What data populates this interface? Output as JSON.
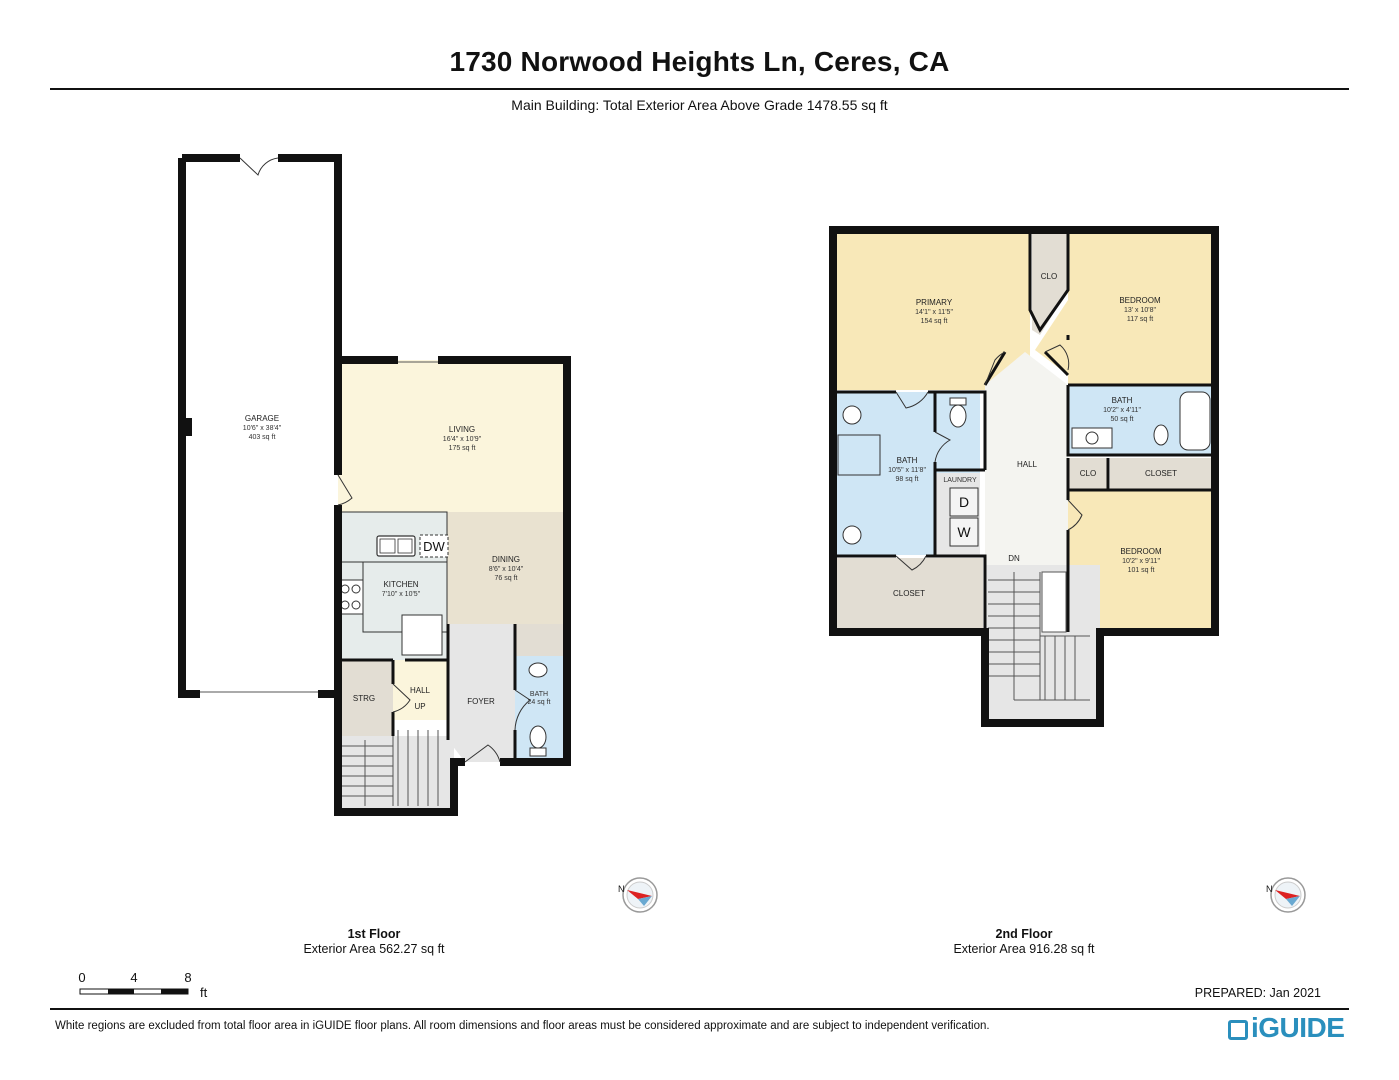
{
  "header": {
    "title": "1730 Norwood Heights Ln, Ceres, CA",
    "subtitle": "Main Building: Total Exterior Area Above Grade 1478.55 sq ft"
  },
  "colors": {
    "wall": "#111111",
    "window": "#4a9fd0",
    "bedroom": "#f8e8b8",
    "living": "#fbf5dc",
    "dining": "#e9e2d0",
    "bath": "#cfe6f5",
    "kitchen": "#e6eceb",
    "closet": "#e2ddd3",
    "hall": "#f4f4f0",
    "stair": "#e4e4e4",
    "brand": "#2a8fbd"
  },
  "floor1": {
    "name": "1st Floor",
    "area": "Exterior Area 562.27 sq ft",
    "rooms": {
      "garage": {
        "name": "GARAGE",
        "dims": "10'6\" x 38'4\"",
        "area": "403 sq ft"
      },
      "living": {
        "name": "LIVING",
        "dims": "16'4\" x 10'9\"",
        "area": "175 sq ft"
      },
      "dining": {
        "name": "DINING",
        "dims": "8'6\" x 10'4\"",
        "area": "76 sq ft"
      },
      "kitchen": {
        "name": "KITCHEN",
        "dims": "7'10\" x 10'5\""
      },
      "storage": {
        "name": "STRG"
      },
      "hall": {
        "name": "HALL",
        "stair": "UP"
      },
      "foyer": {
        "name": "FOYER"
      },
      "bath": {
        "name": "BATH",
        "area": "24 sq ft"
      },
      "dishwasher": "DW"
    }
  },
  "floor2": {
    "name": "2nd Floor",
    "area": "Exterior Area 916.28 sq ft",
    "rooms": {
      "primary": {
        "name": "PRIMARY",
        "dims": "14'1\" x 11'5\"",
        "area": "154 sq ft"
      },
      "bedroom1": {
        "name": "BEDROOM",
        "dims": "13' x 10'8\"",
        "area": "117 sq ft"
      },
      "bedroom2": {
        "name": "BEDROOM",
        "dims": "10'2\" x 9'11\"",
        "area": "101 sq ft"
      },
      "bath1": {
        "name": "BATH",
        "dims": "10'5\" x 11'8\"",
        "area": "98 sq ft"
      },
      "bath2": {
        "name": "BATH",
        "dims": "10'2\" x 4'11\"",
        "area": "50 sq ft"
      },
      "hall": {
        "name": "HALL",
        "stair": "DN"
      },
      "clo1": {
        "name": "CLO"
      },
      "clo2": {
        "name": "CLO"
      },
      "closet1": {
        "name": "CLOSET"
      },
      "closet2": {
        "name": "CLOSET"
      },
      "laundry": {
        "name": "LAUNDRY",
        "dryer": "D",
        "washer": "W"
      }
    }
  },
  "compass": {
    "label": "N"
  },
  "scale": {
    "ticks": [
      "0",
      "4",
      "8"
    ],
    "unit": "ft"
  },
  "footer": {
    "prepared": "PREPARED: Jan 2021",
    "disclaimer": "White regions are excluded from total floor area in iGUIDE floor plans. All room dimensions and floor areas must be considered approximate and are subject to independent verification.",
    "brand": "iGUIDE"
  }
}
